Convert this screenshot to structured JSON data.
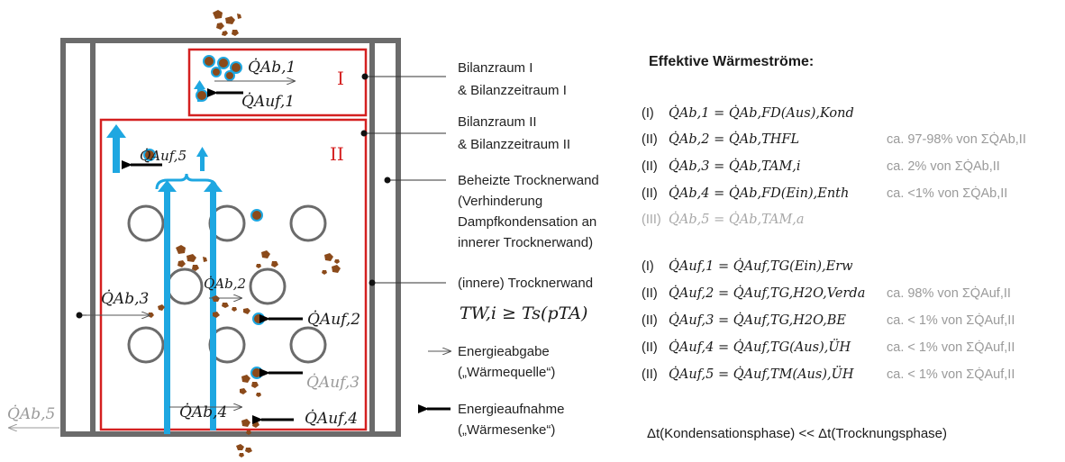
{
  "diagram": {
    "zone_labels": {
      "zone1": "I",
      "zone2": "II"
    },
    "flow_labels": {
      "q_ab1": "Q̇Ab,1",
      "q_auf1": "Q̇Auf,1",
      "q_auf5": "Q̇Auf,5",
      "q_ab3": "Q̇Ab,3",
      "q_ab2": "Q̇Ab,2",
      "q_auf2": "Q̇Auf,2",
      "q_ab4": "Q̇Ab,4",
      "q_auf3": "Q̇Auf,3",
      "q_auf4": "Q̇Auf,4",
      "q_ab5": "Q̇Ab,5"
    },
    "legend": {
      "bilanzraum1_line1": "Bilanzraum I",
      "bilanzraum1_line2": "& Bilanzzeitraum I",
      "bilanzraum2_line1": "Bilanzraum II",
      "bilanzraum2_line2": "& Bilanzzeitraum II",
      "heated_wall_line1": "Beheizte Trocknerwand",
      "heated_wall_line2": "(Verhinderung",
      "heated_wall_line3": "Dampfkondensation an",
      "heated_wall_line4": "innerer Trocknerwand)",
      "inner_wall": "(innere) Trocknerwand",
      "wall_condition": "TW,i ≥ Ts(pTA)",
      "release_line1": "Energieabgabe",
      "release_line2": "(„Wärmequelle“)",
      "uptake_line1": "Energieaufnahme",
      "uptake_line2": "(„Wärmesenke“)"
    }
  },
  "flows_panel": {
    "title": "Effektive Wärmeströme:",
    "rows": [
      {
        "tag": "(I)",
        "equation": "Q̇Ab,1 = Q̇Ab,FD(Aus),Kond",
        "share": ""
      },
      {
        "tag": "(II)",
        "equation": "Q̇Ab,2 = Q̇Ab,THFL",
        "share": "ca. 97-98% von ΣQ̇Ab,II"
      },
      {
        "tag": "(II)",
        "equation": "Q̇Ab,3 = Q̇Ab,TAM,i",
        "share": "ca.    2% von ΣQ̇Ab,II"
      },
      {
        "tag": "(II)",
        "equation": "Q̇Ab,4 = Q̇Ab,FD(Ein),Enth",
        "share": "ca.  <1% von ΣQ̇Ab,II"
      },
      {
        "tag": "(III)",
        "equation": "Q̇Ab,5 = Q̇Ab,TAM,a",
        "share": ""
      },
      {
        "tag": "(I)",
        "equation": "Q̇Auf,1 = Q̇Auf,TG(Ein),Erw",
        "share": ""
      },
      {
        "tag": "(II)",
        "equation": "Q̇Auf,2 = Q̇Auf,TG,H2O,Verda",
        "share": "ca.  98% von ΣQ̇Auf,II"
      },
      {
        "tag": "(II)",
        "equation": "Q̇Auf,3 = Q̇Auf,TG,H2O,BE",
        "share": "ca. < 1% von ΣQ̇Auf,II"
      },
      {
        "tag": "(II)",
        "equation": "Q̇Auf,4 = Q̇Auf,TG(Aus),ÜH",
        "share": "ca. < 1% von ΣQ̇Auf,II"
      },
      {
        "tag": "(II)",
        "equation": "Q̇Auf,5 = Q̇Auf,TM(Aus),ÜH",
        "share": "ca.  < 1% von ΣQ̇Auf,II"
      }
    ],
    "footer": "Δt(Kondensationsphase) << Δt(Trocknungsphase)"
  },
  "colors": {
    "wall": "#6b6b6b",
    "zone_border": "#d42020",
    "gas_flow": "#1ea7e1",
    "particle": "#8b4a1a",
    "particle_dark": "#5a2d0c",
    "faded_text": "#9a9a9a"
  }
}
